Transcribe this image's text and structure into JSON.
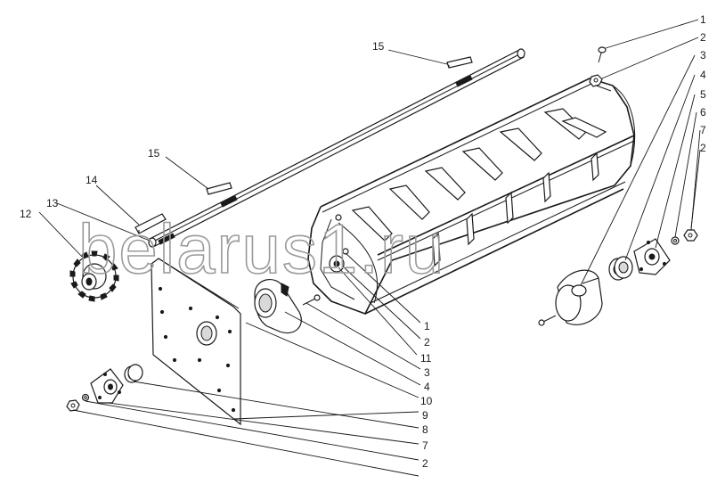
{
  "watermark": "belarus1.ru",
  "callouts": {
    "c1_top": "1",
    "c2_top": "2",
    "c3_top": "3",
    "c4_top": "4",
    "c5_top": "5",
    "c6_top": "6",
    "c7_top": "7",
    "c2_right": "2",
    "c15_upper": "15",
    "c15_lower": "15",
    "c14": "14",
    "c13": "13",
    "c12": "12",
    "c1_mid": "1",
    "c2_mid": "2",
    "c11": "11",
    "c3_mid": "3",
    "c4_mid": "4",
    "c10": "10",
    "c9": "9",
    "c8": "8",
    "c7_bottom": "7",
    "c2_bottom": "2"
  }
}
